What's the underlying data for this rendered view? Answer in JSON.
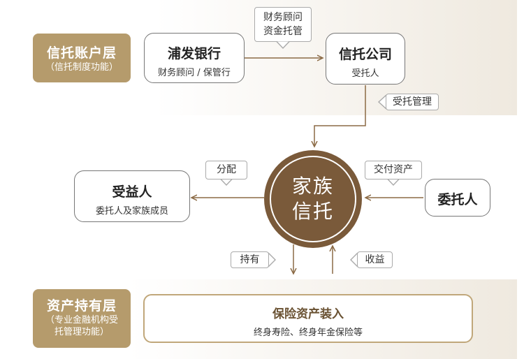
{
  "layers": {
    "account": {
      "title": "信托账户层",
      "subtitle": "（信托制度功能）"
    },
    "asset": {
      "title_line": "资产持有层",
      "subtitle_line1": "（专业金融机构受",
      "subtitle_line2": "托管理功能）"
    }
  },
  "nodes": {
    "bank": {
      "title": "浦发银行",
      "subtitle": "财务顾问 / 保管行"
    },
    "trust_company": {
      "title": "信托公司",
      "subtitle": "受托人"
    },
    "beneficiary": {
      "title": "受益人",
      "subtitle": "委托人及家族成员"
    },
    "settlor": {
      "title": "委托人"
    },
    "center": {
      "line1": "家族",
      "line2": "信托"
    },
    "insurance": {
      "title": "保险资产装入",
      "subtitle": "终身寿险、终身年金保险等"
    }
  },
  "callouts": {
    "advisor_line1": "财务顾问",
    "advisor_line2": "资金托管",
    "trust_management": "受托管理",
    "distribution": "分配",
    "deliver_assets": "交付资产",
    "hold": "持有",
    "income": "收益"
  },
  "colors": {
    "gold": "#b59b6c",
    "brown": "#7a5a3a",
    "arrow": "#8b6a45",
    "insurance_border": "#c0a77a"
  }
}
